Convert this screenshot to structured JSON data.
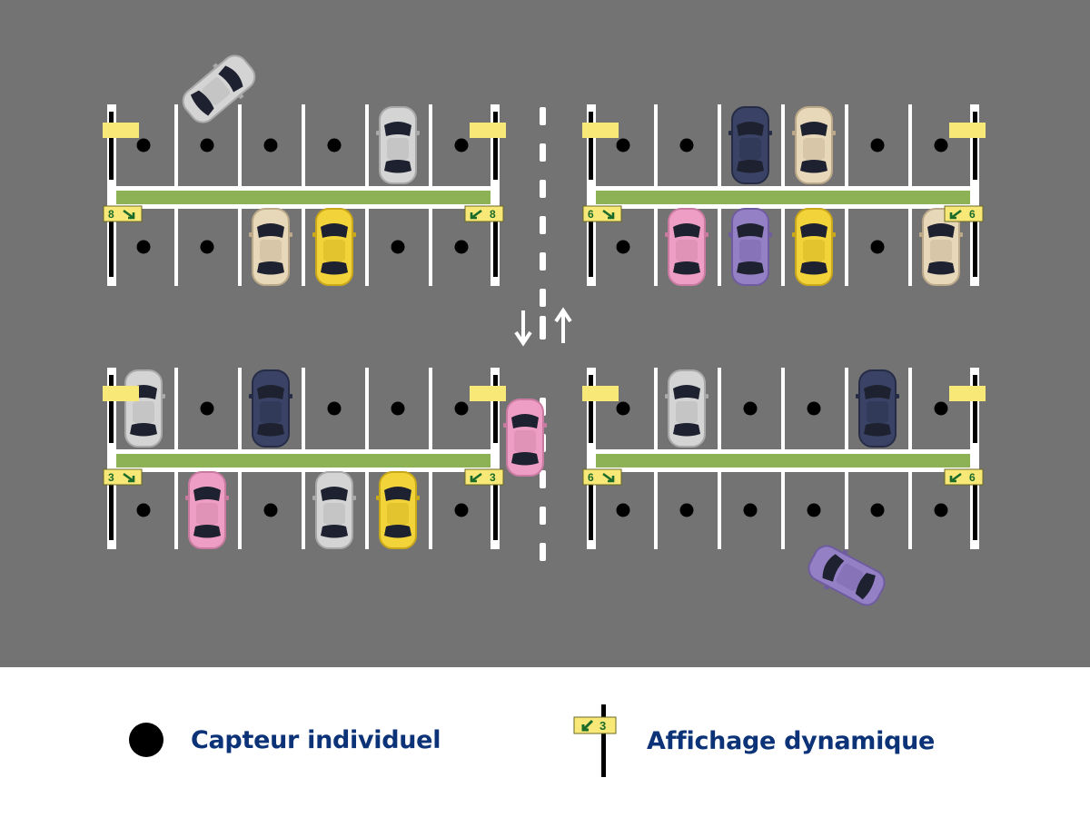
{
  "colors": {
    "asphalt": "#737373",
    "line": "#ffffff",
    "green_strip": "#8db255",
    "sign_yellow": "#f8e878",
    "sign_text": "#1b6b2a",
    "sensor": "#000000",
    "legend_text": "#0c3278"
  },
  "lot": {
    "blocks": [
      {
        "name": "block-top-left",
        "displays": [
          {
            "side": "left",
            "count": "8",
            "arrow": "right"
          },
          {
            "side": "right",
            "count": "8",
            "arrow": "left"
          }
        ],
        "upper_row": [
          "sensor",
          "sensor",
          "sensor",
          "sensor",
          "car-silver",
          "sensor"
        ],
        "lower_row": [
          "sensor",
          "sensor",
          "car-beige",
          "car-yellow",
          "sensor",
          "sensor"
        ]
      },
      {
        "name": "block-top-right",
        "displays": [
          {
            "side": "left",
            "count": "6",
            "arrow": "right"
          },
          {
            "side": "right",
            "count": "6",
            "arrow": "left"
          }
        ],
        "upper_row": [
          "sensor",
          "sensor",
          "car-navy",
          "car-beige",
          "sensor",
          "sensor"
        ],
        "lower_row": [
          "sensor",
          "car-pink",
          "car-purple",
          "car-yellow",
          "sensor",
          "car-beige"
        ]
      },
      {
        "name": "block-bottom-left",
        "displays": [
          {
            "side": "left",
            "count": "3",
            "arrow": "right"
          },
          {
            "side": "right",
            "count": "3",
            "arrow": "left"
          }
        ],
        "upper_row": [
          "car-silver",
          "sensor",
          "car-navy",
          "sensor",
          "sensor",
          "sensor"
        ],
        "lower_row": [
          "sensor",
          "car-pink",
          "sensor",
          "car-silver",
          "car-yellow",
          "sensor"
        ]
      },
      {
        "name": "block-bottom-right",
        "displays": [
          {
            "side": "left",
            "count": "6",
            "arrow": "right"
          },
          {
            "side": "right",
            "count": "6",
            "arrow": "left"
          }
        ],
        "upper_row": [
          "sensor",
          "car-silver",
          "sensor",
          "sensor",
          "car-navy",
          "sensor"
        ],
        "lower_row": [
          "sensor",
          "sensor",
          "sensor",
          "sensor",
          "sensor",
          "sensor"
        ]
      }
    ],
    "moving_cars": [
      "car-silver",
      "car-pink",
      "car-purple"
    ],
    "traffic_arrows": [
      "down",
      "up"
    ]
  },
  "legend": {
    "sensor_label": "Capteur individuel",
    "display_label": "Affichage dynamique",
    "display_sample": {
      "count": "3",
      "arrow": "left"
    }
  }
}
